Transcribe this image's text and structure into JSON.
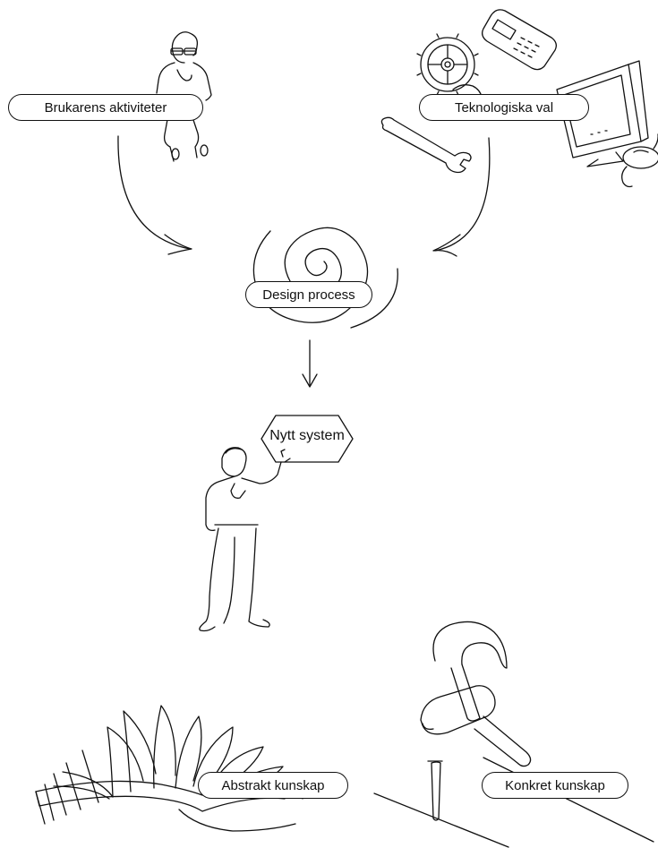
{
  "labels": {
    "user_activities": "Brukarens aktiviteter",
    "technology_choices": "Teknologiska val",
    "design_process": "Design process",
    "new_system": "Nytt system",
    "abstract_knowledge": "Abstrakt kunskap",
    "concrete_knowledge": "Konkret kunskap"
  },
  "illustrations": [
    "person-thinking-icon",
    "gear-icon",
    "mobile-phone-icon",
    "computer-monitor-icon",
    "computer-mouse-icon",
    "wrench-icon",
    "spiral-icon",
    "presenter-man-icon",
    "open-book-icon",
    "hammer-icon",
    "nail-icon"
  ]
}
